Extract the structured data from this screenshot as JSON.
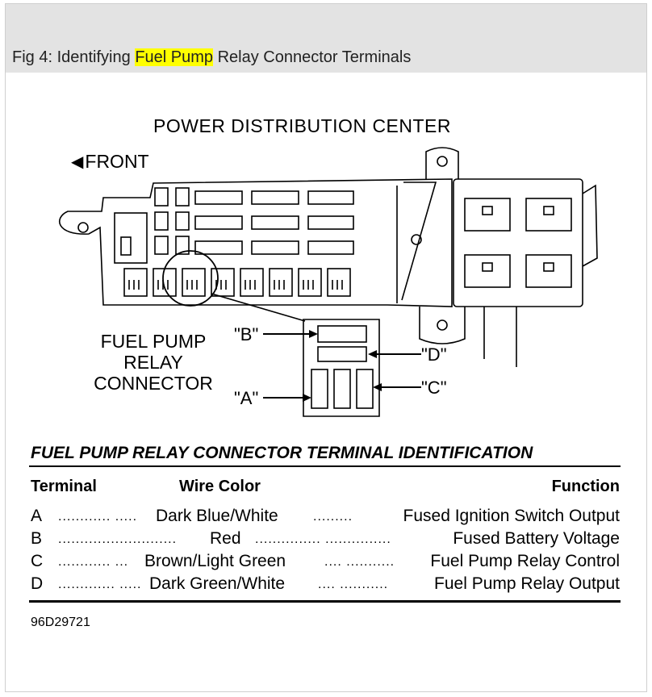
{
  "caption": {
    "prefix": "Fig 4: Identifying ",
    "highlight": "Fuel Pump",
    "suffix": " Relay Connector Terminals"
  },
  "diagram": {
    "title": "POWER DISTRIBUTION CENTER",
    "front_label": "FRONT",
    "connector_label_lines": [
      "FUEL PUMP",
      "RELAY",
      "CONNECTOR"
    ],
    "terminal_tags": {
      "a": "\"A\"",
      "b": "\"B\"",
      "c": "\"C\"",
      "d": "\"D\""
    }
  },
  "table": {
    "title": "FUEL PUMP RELAY CONNECTOR TERMINAL IDENTIFICATION",
    "headers": {
      "terminal": "Terminal",
      "wire_color": "Wire Color",
      "function": "Function"
    },
    "rows": [
      {
        "terminal": "A",
        "dots1": "............ .....",
        "wire_color": "Dark Blue/White",
        "dots2": ".........",
        "function": "Fused Ignition Switch Output"
      },
      {
        "terminal": "B",
        "dots1": "...........................",
        "wire_color": "Red",
        "dots2": "...............  ...............",
        "function": "Fused Battery Voltage"
      },
      {
        "terminal": "C",
        "dots1": "............ ...",
        "wire_color": "Brown/Light Green",
        "dots2": ".... ...........",
        "function": "Fuel Pump Relay Control"
      },
      {
        "terminal": "D",
        "dots1": "............. .....",
        "wire_color": "Dark Green/White",
        "dots2": ".... ...........",
        "function": "Fuel Pump Relay Output"
      }
    ],
    "reference": "96D29721"
  },
  "colors": {
    "highlight": "#ffff00",
    "caption_bar": "#e3e3e3"
  }
}
